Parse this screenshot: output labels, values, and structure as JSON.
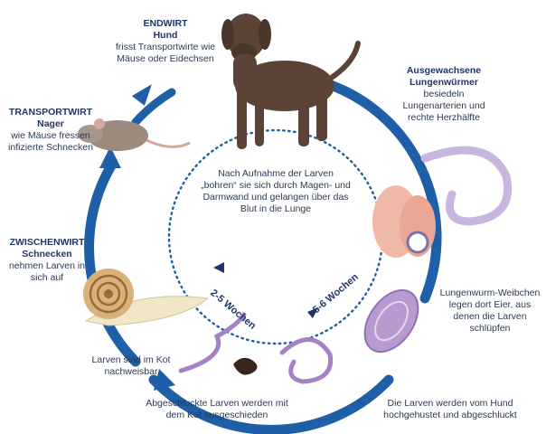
{
  "stages": {
    "endwirt": {
      "title": "ENDWIRT",
      "subtitle": "Hund",
      "text": "frisst Transportwirte wie Mäuse oder Eidechsen"
    },
    "adult": {
      "title": "Ausgewachsene Lungenwürmer",
      "text": "besiedeln Lungenarterien und rechte Herzhälfte"
    },
    "transport": {
      "title": "TRANSPORTWIRT",
      "subtitle": "Nager",
      "text": "wie Mäuse fressen infizierte Schnecken"
    },
    "zwischen": {
      "title": "ZWISCHENWIRT",
      "subtitle": "Schnecken",
      "text": "nehmen Larven in sich auf"
    },
    "eggs": {
      "text": "Lungenwurm-Weibchen legen dort Eier, aus denen die Larven schlüpfen"
    },
    "kot": {
      "text": "Larven sind im Kot nachweisbar"
    },
    "excreted": {
      "text": "Abgeschluckte Larven werden mit dem Kot ausgeschieden"
    },
    "coughed": {
      "text": "Die Larven werden vom Hund hochgehustet und abgeschluckt"
    },
    "center": {
      "text": "Nach Aufnahme der Larven „bohren“ sie sich durch Magen- und Darmwand und gelangen über das Blut in die Lunge"
    }
  },
  "durations": {
    "left": "2-5 Wochen",
    "right": "5-6 Wochen"
  },
  "colors": {
    "cycle": "#1f5fa8",
    "heading": "#1f3566",
    "text": "#2b3a52",
    "worm": "#a582c4",
    "dog": "#5b4437",
    "lung": "#f0b8a6"
  }
}
